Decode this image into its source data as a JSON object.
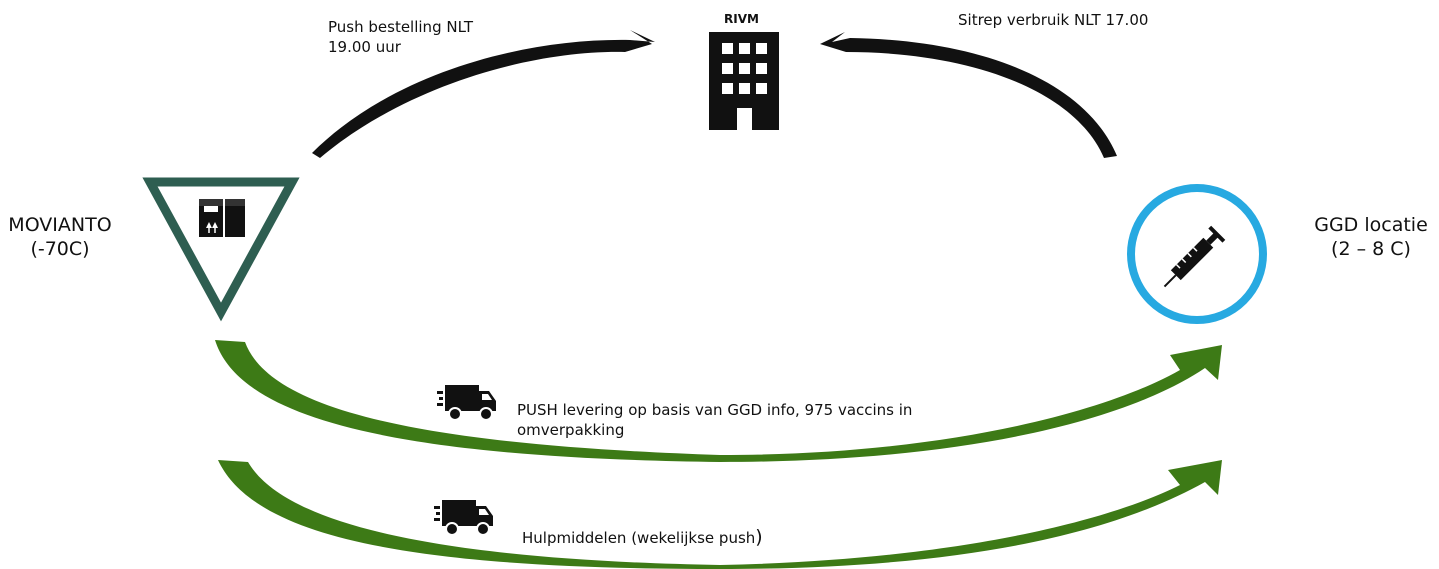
{
  "nodes": {
    "rivm": {
      "label": "RIVM"
    },
    "movianto": {
      "name": "MOVIANTO",
      "temp": "(-70C)"
    },
    "ggd": {
      "name": "GGD locatie",
      "temp": "(2 – 8 C)"
    }
  },
  "flows": {
    "order": {
      "line1": "Push bestelling NLT",
      "line2": "19.00 uur"
    },
    "sitrep": {
      "text": "Sitrep verbruik NLT 17.00"
    },
    "delivery": {
      "line1": "PUSH levering op basis van GGD info, 975 vaccins in",
      "line2": "omverpakking"
    },
    "supplies": {
      "text": "Hulpmiddelen (wekelijkse push",
      "close": ")"
    }
  },
  "colors": {
    "triangle": "#2e5e51",
    "ggd_ring": "#27a9e1",
    "green_arrow": "#3d7a16",
    "black_arrow": "#111111"
  },
  "icons": {
    "rivm": "building-icon",
    "movianto": "package-box-icon",
    "ggd": "syringe-icon",
    "delivery": "delivery-truck-icon",
    "supplies": "delivery-truck-icon"
  }
}
